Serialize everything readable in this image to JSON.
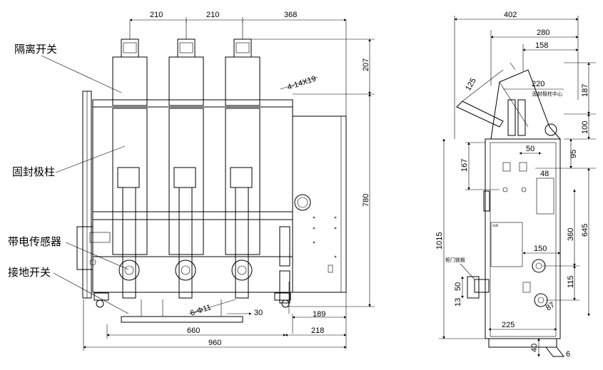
{
  "front_view": {
    "labels": {
      "isolating_switch": "隔离开关",
      "pole": "固封极柱",
      "live_sensor": "带电传感器",
      "earthing_switch": "接地开关"
    },
    "dims": {
      "top_left": "210",
      "top_mid": "210",
      "top_right": "368",
      "right_top": "207",
      "holes": "4-14X19",
      "right_height": "780",
      "base_holes": "6-Φ11",
      "base_small": "30",
      "base_right": "189",
      "bottom_660": "660",
      "bottom_218": "218",
      "bottom_960": "960"
    }
  },
  "side_view": {
    "dims": {
      "top_402": "402",
      "top_280": "280",
      "top_158": "158",
      "r125": "125",
      "d220": "220",
      "pole_center": "固封极柱中心",
      "r187": "187",
      "r100": "100",
      "d50": "50",
      "r95": "95",
      "l167": "167",
      "d48": "48",
      "h1015": "1015",
      "r645": "645",
      "r360": "360",
      "d150": "150",
      "r115": "115",
      "door_lock": "柜门锁板",
      "l50": "50",
      "l13": "13",
      "d87": "87",
      "d225": "225",
      "b40": "40",
      "b6": "6"
    }
  }
}
